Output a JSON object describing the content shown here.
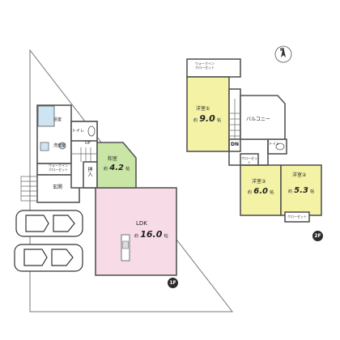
{
  "floor1": {
    "badge": "1F",
    "bathroom": "浴室",
    "toilet": "トイレ",
    "washroom": "洗面室",
    "walkin_closet": "ウォークイン\nクローゼット",
    "entrance": "玄関",
    "up": "UP",
    "storage": "押入",
    "japanese_room": {
      "name": "和室",
      "area_prefix": "約",
      "area": "4.2",
      "unit": "帖"
    },
    "ldk": {
      "name": "LDK",
      "area_prefix": "約",
      "area": "16.0",
      "unit": "帖"
    }
  },
  "floor2": {
    "badge": "2F",
    "walkin_closet": "ウォークイン\nクローゼット",
    "western1": {
      "name": "洋室①",
      "area_prefix": "約",
      "area": "9.0",
      "unit": "帖"
    },
    "western2": {
      "name": "洋室②",
      "area_prefix": "約",
      "area": "5.3",
      "unit": "帖"
    },
    "western3": {
      "name": "洋室③",
      "area_prefix": "約",
      "area": "6.0",
      "unit": "帖"
    },
    "balcony": "バルコニー",
    "dn": "DN",
    "toilet": "トイレ",
    "closet_a": "クローゼット",
    "closet_b": "クローゼット"
  },
  "compass": {
    "label": "N"
  },
  "colors": {
    "ldk": "#f7dbe6",
    "japanese_room": "#c9e6a6",
    "western": "#f4f3a5",
    "bath_blue": "#cfe4f3",
    "wall": "#555555",
    "site_line": "#777777"
  }
}
